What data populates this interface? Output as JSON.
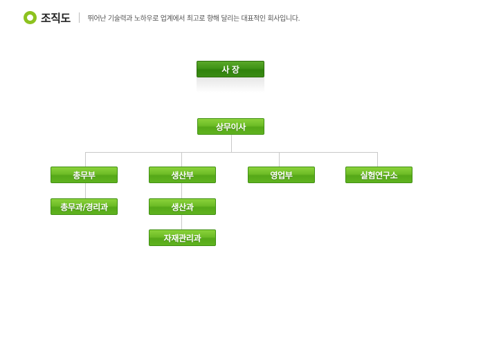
{
  "header": {
    "title": "조직도",
    "subtitle": "뛰어난 기술력과 노하우로 업계에서 최고로 향해 달리는 대표적인 회사입니다."
  },
  "org": {
    "ceo": "사 장",
    "director": "상무이사",
    "departments": [
      "총무부",
      "생산부",
      "영업부",
      "실험연구소"
    ],
    "sub_teams": {
      "general_affairs": [
        "총무과/경리과"
      ],
      "production": [
        "생산과",
        "자재관리과"
      ]
    }
  },
  "colors": {
    "accent": "#8dc21f",
    "box_green": "#6dbc26",
    "box_dark_green": "#3f9316",
    "connector": "#c8c8c8"
  }
}
